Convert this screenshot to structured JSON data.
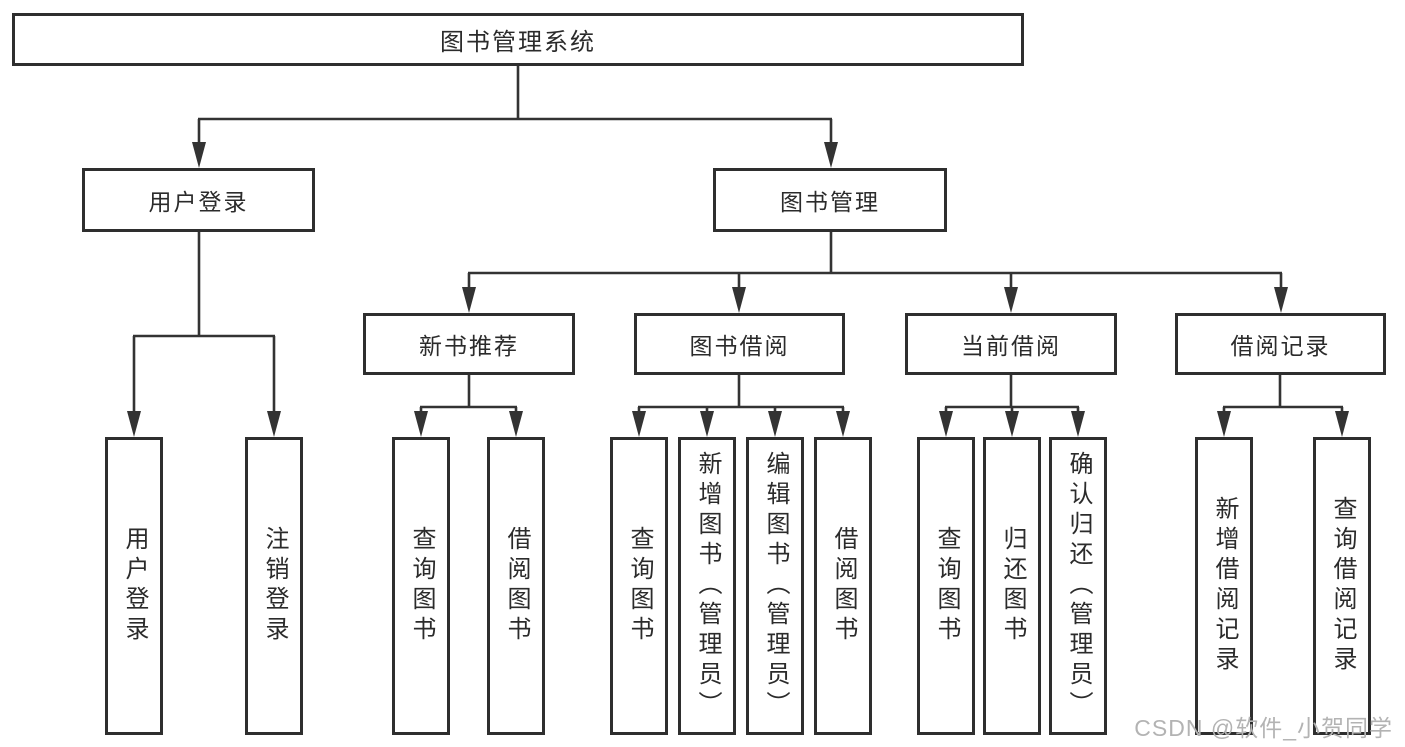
{
  "diagram": {
    "nodes": {
      "root": "图书管理系统",
      "user_login": "用户登录",
      "book_mgmt": "图书管理",
      "new_books": "新书推荐",
      "book_borrow": "图书借阅",
      "current_borrow": "当前借阅",
      "borrow_records": "借阅记录",
      "user_login_children": [
        "用户登录",
        "注销登录"
      ],
      "new_books_children": [
        "查询图书",
        "借阅图书"
      ],
      "book_borrow_children": [
        "查询图书",
        "新增图书（管理员）",
        "编辑图书（管理员）",
        "借阅图书"
      ],
      "current_borrow_children": [
        "查询图书",
        "归还图书",
        "确认归还（管理员）"
      ],
      "borrow_records_children": [
        "新增借阅记录",
        "查询借阅记录"
      ]
    },
    "watermark": "CSDN @软件_小贺同学",
    "colors": {
      "line": "#333333",
      "box_border": "#2e2e2e",
      "box_background": "#ffffff",
      "text": "#2b2b2b",
      "watermark": "#b3b3b3",
      "background": "#ffffff"
    }
  }
}
